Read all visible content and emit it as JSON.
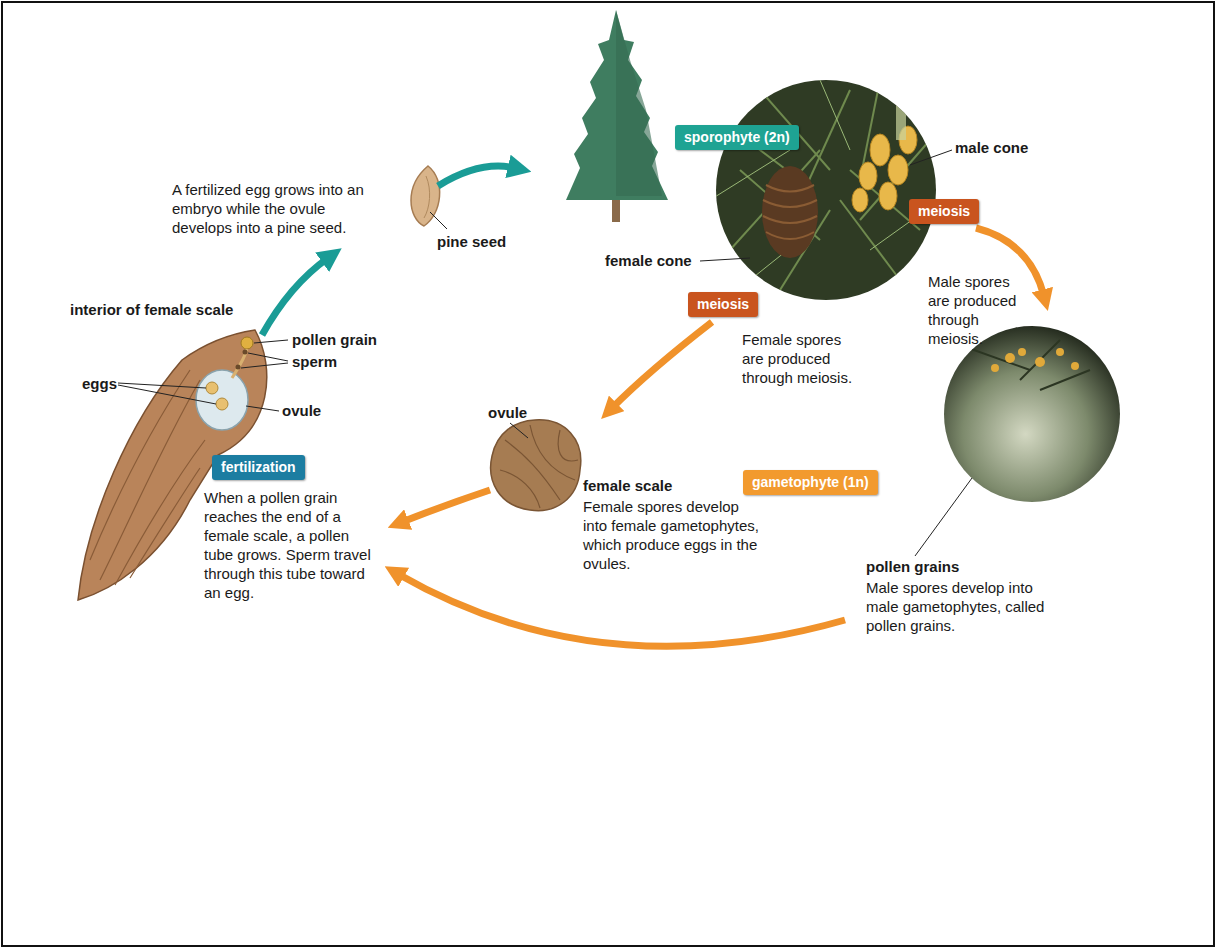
{
  "diagram": {
    "nodes": [
      {
        "text": [
          "sporophyte (2n)"
        ]
      },
      {
        "text": [
          "meiosis"
        ]
      },
      {
        "text": [
          "meiosis"
        ]
      },
      {
        "text": [
          "gametophyte (1n)"
        ]
      },
      {
        "text": [
          "fertilization"
        ]
      }
    ],
    "labels": [
      "A fertilized egg grows into an embryo while the ovule develops into a pine seed.",
      "pine seed",
      "male cone",
      "Male spores are produced through meiosis.",
      "interior of female scale",
      "pollen grain",
      "eggs",
      "sperm",
      "female cone",
      "Female spores are produced through meiosis.",
      "ovule",
      "ovule",
      "female scale",
      "Female spores develop into female gametophytes, which produce eggs in the ovules.",
      "When a pollen grain reaches the end of a female scale, a pollen tube grows. Sperm travel through this tube toward an egg.",
      "pollen grains",
      "Male spores develop into male gametophytes, called pollen grains."
    ]
  }
}
